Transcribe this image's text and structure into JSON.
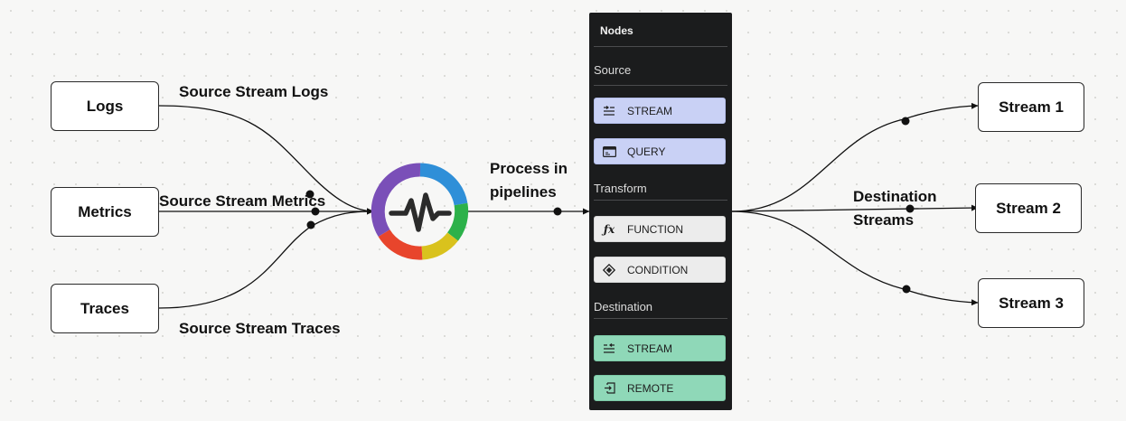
{
  "inputs": {
    "logs": "Logs",
    "metrics": "Metrics",
    "traces": "Traces"
  },
  "labels": {
    "source_logs": "Source Stream Logs",
    "source_metrics": "Source Stream Metrics",
    "source_traces": "Source Stream Traces",
    "process_line1": "Process in",
    "process_line2": "pipelines",
    "destination_line1": "Destination",
    "destination_line2": "Streams"
  },
  "outputs": {
    "stream1": "Stream 1",
    "stream2": "Stream 2",
    "stream3": "Stream 3"
  },
  "panel": {
    "title": "Nodes",
    "sections": {
      "source": "Source",
      "transform": "Transform",
      "destination": "Destination"
    },
    "nodes": {
      "source_stream": "STREAM",
      "source_query": "QUERY",
      "transform_function": "FUNCTION",
      "transform_condition": "CONDITION",
      "destination_stream": "STREAM",
      "destination_remote": "REMOTE"
    }
  },
  "colors": {
    "source_node": "#c9d1f5",
    "transform_node": "#ececec",
    "destination_node": "#8fd8b8",
    "panel_bg": "#1b1c1d"
  }
}
